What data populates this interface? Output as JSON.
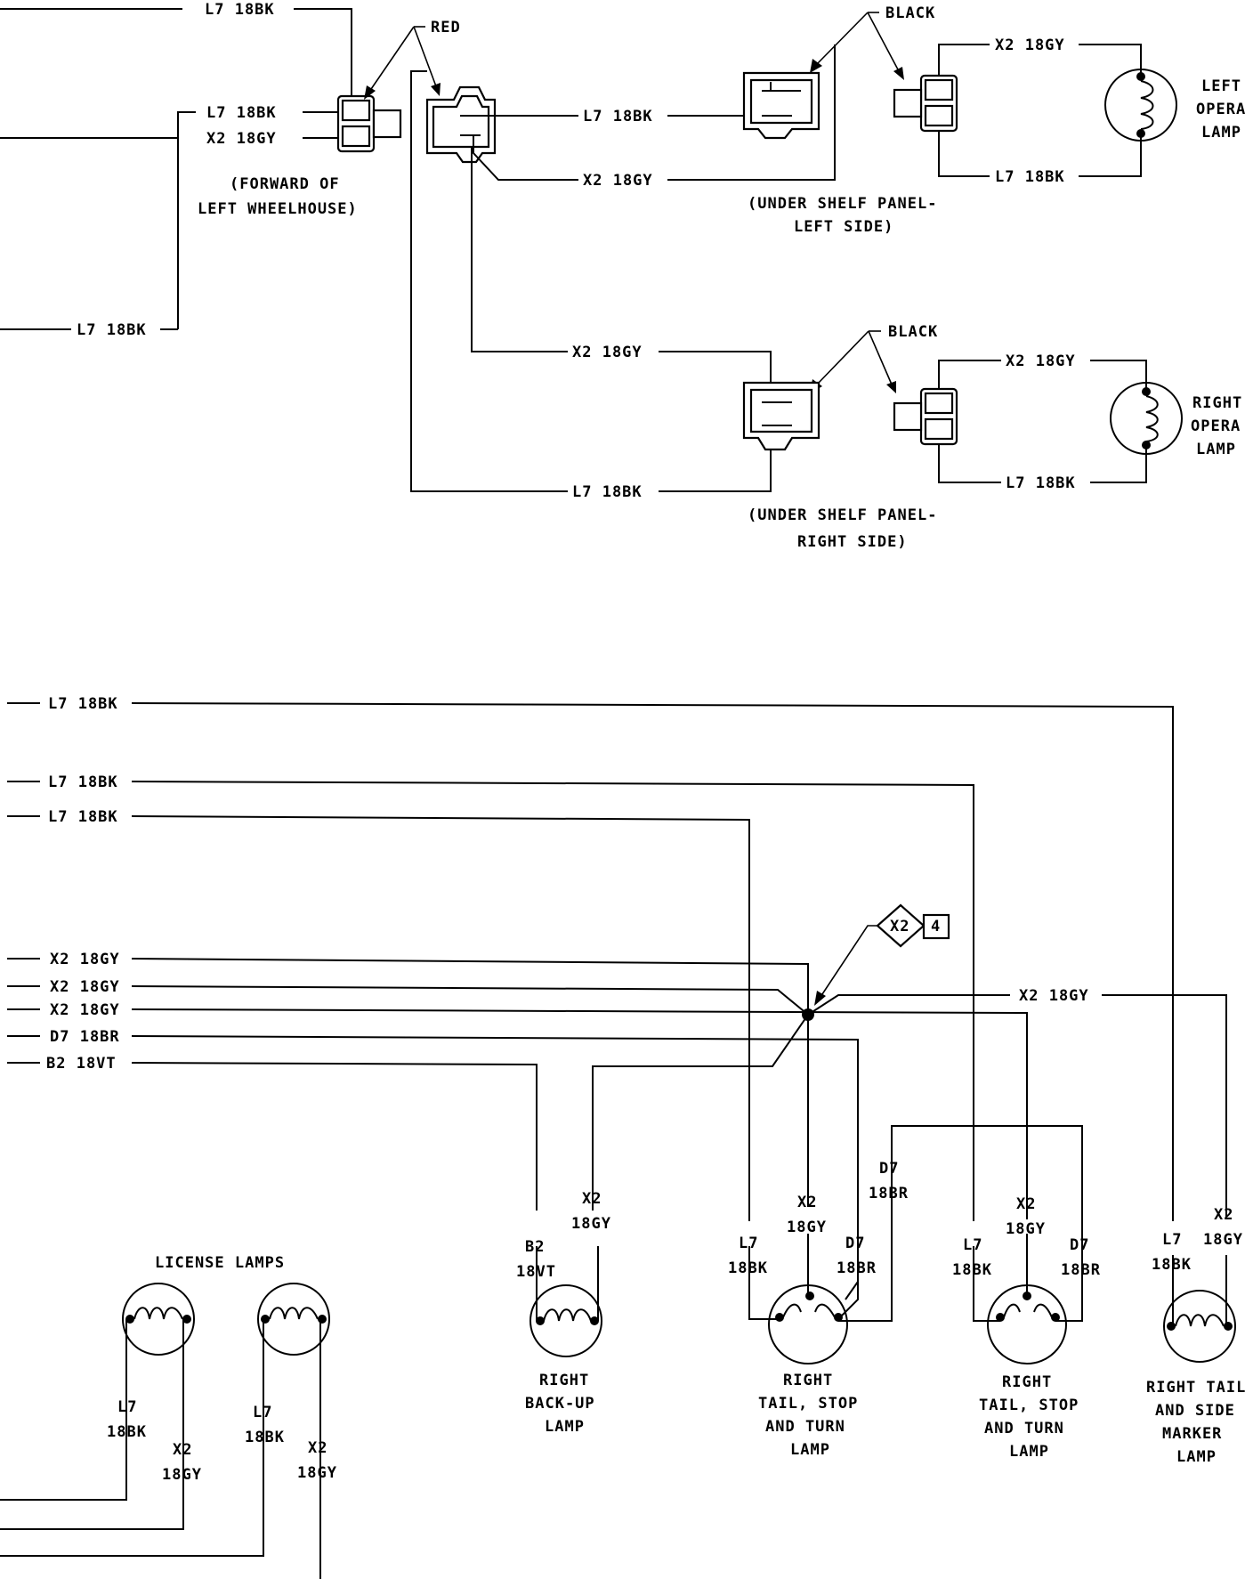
{
  "wire": {
    "l7": "L7 18BK",
    "x2": "X2 18GY",
    "d7": "D7 18BR",
    "b2": "B2 18VT",
    "l7_top": "L7",
    "x2_top": "X2",
    "d7_top": "D7",
    "b2_top": "B2",
    "bk": "18BK",
    "gy": "18GY",
    "br": "18BR",
    "vt": "18VT"
  },
  "colors": {
    "red": "RED",
    "black": "BLACK"
  },
  "locations": {
    "wheelhouse_1": "(FORWARD OF",
    "wheelhouse_2": "LEFT WHEELHOUSE)",
    "shelf_left_1": "(UNDER SHELF PANEL-",
    "shelf_left_2": "LEFT SIDE)",
    "shelf_right_1": "(UNDER SHELF PANEL-",
    "shelf_right_2": "RIGHT SIDE)"
  },
  "lamps": {
    "left_opera": [
      "LEFT",
      "OPERA",
      "LAMP"
    ],
    "right_opera": [
      "RIGHT",
      "OPERA",
      "LAMP"
    ],
    "license": "LICENSE LAMPS",
    "backup": [
      "RIGHT",
      "BACK-UP",
      "LAMP"
    ],
    "tail_stop_1": [
      "RIGHT",
      "TAIL, STOP",
      "AND TURN",
      "LAMP"
    ],
    "tail_stop_2": [
      "RIGHT",
      "TAIL, STOP",
      "AND TURN",
      "LAMP"
    ],
    "marker": [
      "RIGHT TAIL",
      "AND SIDE",
      "MARKER",
      "LAMP"
    ]
  },
  "splice": {
    "id": "X2",
    "num": "4"
  }
}
